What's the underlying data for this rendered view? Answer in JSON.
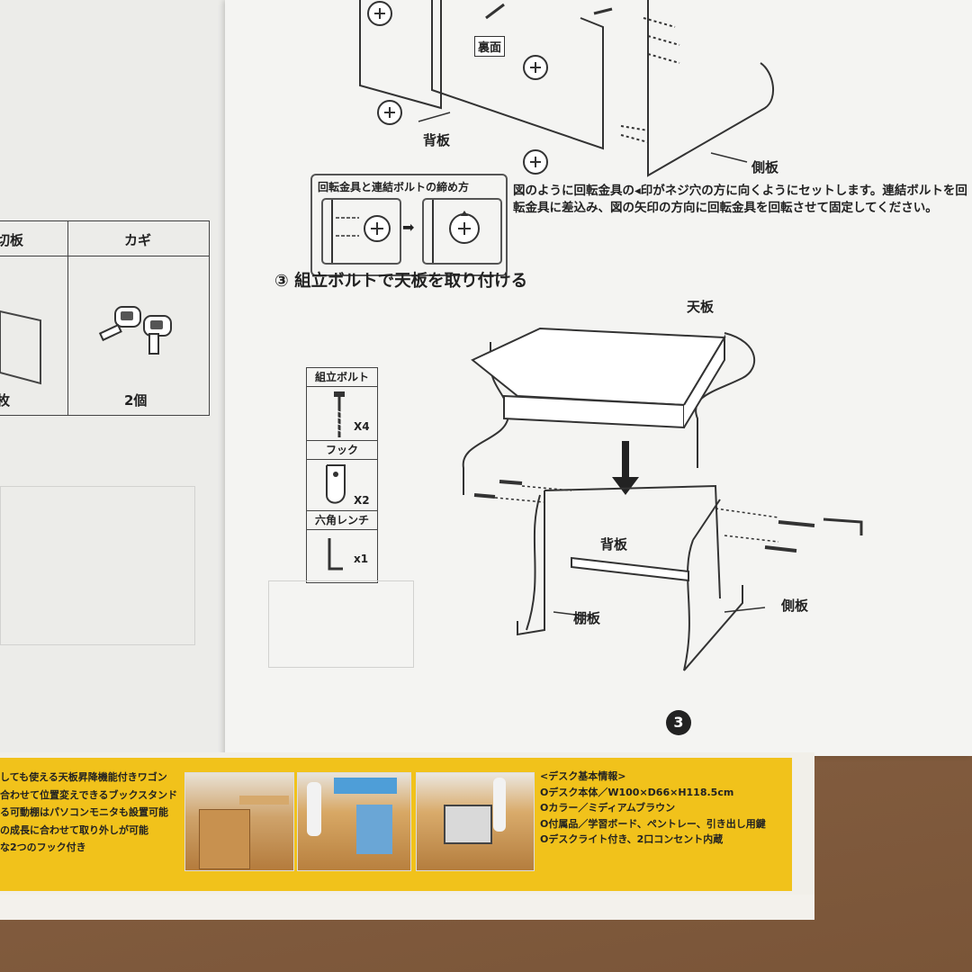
{
  "left_sheet": {
    "parts_table": {
      "headers": [
        "切板",
        "カギ"
      ],
      "counts": [
        "枚",
        "2個"
      ]
    }
  },
  "diagram_top": {
    "label_back_side": "裏面",
    "label_back_board": "背板",
    "label_side_board": "側板"
  },
  "howto_box": {
    "title": "回転金具と連結ボルトの締め方"
  },
  "instructions": "図のように回転金具の◂印がネジ穴の方に向くようにセットします。連結ボルトを回転金具に差込み、図の矢印の方向に回転金具を回転させて固定してください。",
  "step3": {
    "title": "③ 組立ボルトで天板を取り付ける",
    "labels": {
      "top_board": "天板",
      "back_board": "背板",
      "side_board": "側板",
      "shelf_board": "棚板"
    }
  },
  "parts_list": [
    {
      "name": "組立ボルト",
      "qty": "X4"
    },
    {
      "name": "フック",
      "qty": "X2"
    },
    {
      "name": "六角レンチ",
      "qty": "x1"
    }
  ],
  "page_number": "3",
  "flyer": {
    "features": [
      "しても使える天板昇降機能付きワゴン",
      "合わせて位置変えできるブックスタンド",
      "る可動棚はパソコンモニタも設置可能",
      "の成長に合わせて取り外しが可能",
      "な2つのフック付き"
    ],
    "info_title": "<デスク基本情報>",
    "info": [
      "Oデスク本体／W100×D66×H118.5cm",
      "Oカラー／ミディアムブラウン",
      "O付属品／学習ボード、ペントレー、引き出し用鍵",
      "Oデスクライト付き、2口コンセント内蔵"
    ]
  }
}
